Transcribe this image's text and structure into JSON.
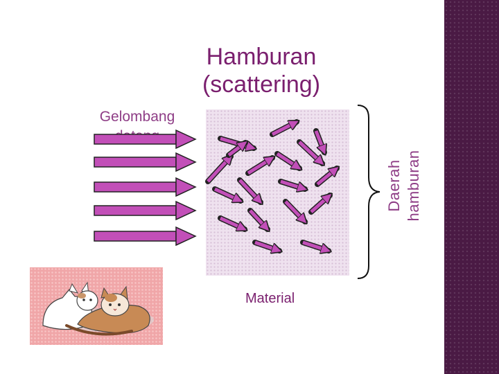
{
  "title": "Hamburan\n(scattering)",
  "labels": {
    "incident_wave": "Gelombang\ndatang",
    "material": "Material",
    "scattering_region": "Daerah\nhamburan"
  },
  "colors": {
    "title": "#7a1f6e",
    "label": "#8e3d86",
    "arrow_fill": "#c24fb8",
    "band": "#4a1a44",
    "material_box": "#efe2ef",
    "photo_background": "#f0a6a8"
  },
  "incident_arrow_count": 5,
  "scattered_arrow_count": 18,
  "photo": {
    "icon": "two-cats-illustration"
  }
}
